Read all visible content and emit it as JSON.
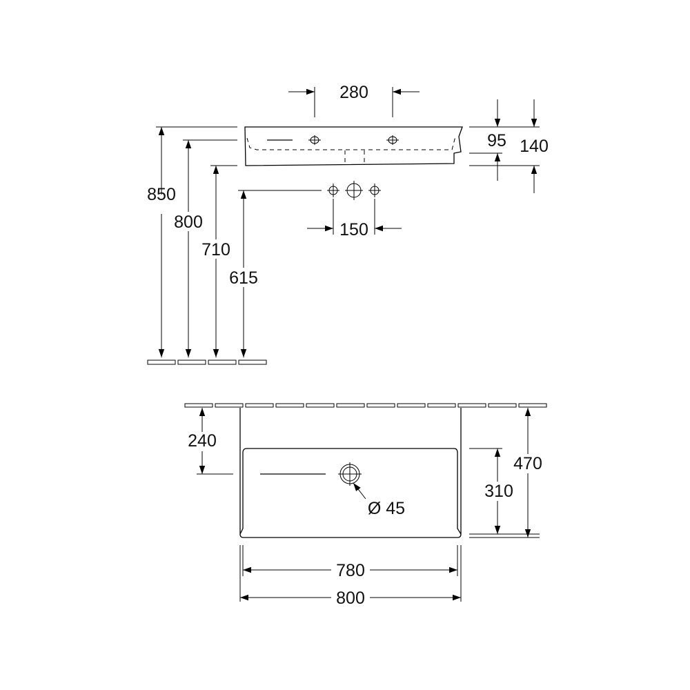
{
  "side_view": {
    "dims": {
      "tap_hole_spacing": "280",
      "rim_height": "95",
      "total_height": "140",
      "wall_height_total": "850",
      "wall_height_rim": "800",
      "wall_height_bottom": "710",
      "wall_height_tap": "615",
      "tap_spacing": "150"
    }
  },
  "top_view": {
    "dims": {
      "waste_offset": "240",
      "inner_depth": "310",
      "outer_depth": "470",
      "waste_diameter": "Ø 45",
      "inner_width": "780",
      "outer_width": "800"
    }
  }
}
